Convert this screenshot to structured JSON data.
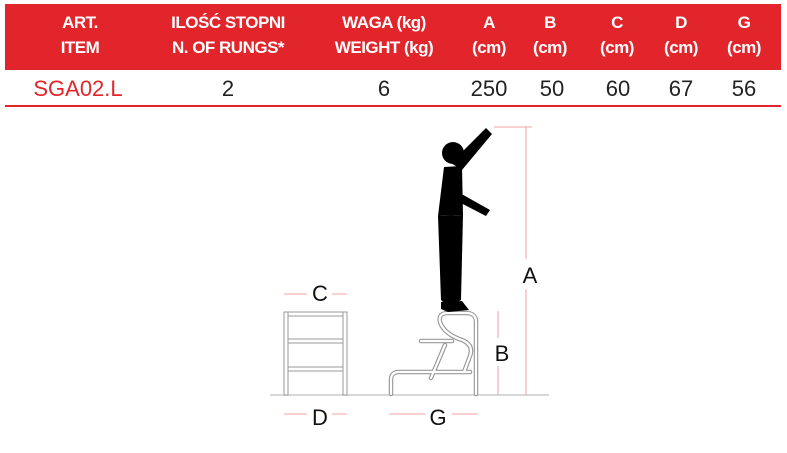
{
  "table": {
    "headers": [
      {
        "l1": "ART.",
        "l2": "ITEM"
      },
      {
        "l1": "ILOŚĆ STOPNI",
        "l2": "N. OF RUNGS*"
      },
      {
        "l1": "WAGA (kg)",
        "l2": "WEIGHT (kg)"
      },
      {
        "l1": "A",
        "l2": "(cm)"
      },
      {
        "l1": "B",
        "l2": "(cm)"
      },
      {
        "l1": "C",
        "l2": "(cm)"
      },
      {
        "l1": "D",
        "l2": "(cm)"
      },
      {
        "l1": "G",
        "l2": "(cm)"
      }
    ],
    "row": [
      "SGA02.L",
      "2",
      "6",
      "250",
      "50",
      "60",
      "67",
      "56"
    ]
  },
  "diagram": {
    "labels": {
      "a": "A",
      "b": "B",
      "c": "C",
      "d": "D",
      "g": "G"
    }
  },
  "colors": {
    "accent": "#e2252b",
    "dimension": "#f0a0a4"
  }
}
